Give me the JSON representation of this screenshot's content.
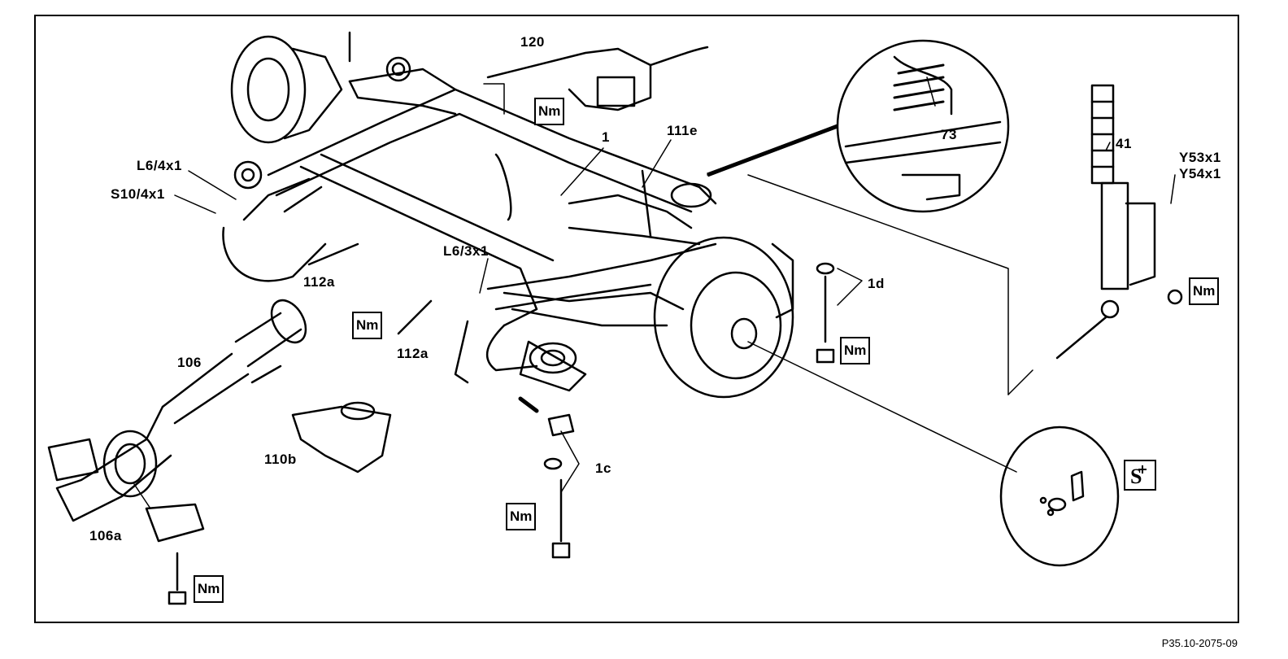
{
  "labels": {
    "l120": "120",
    "l1": "1",
    "l111e": "111e",
    "l73": "73",
    "l41": "41",
    "y53": "Y53x1",
    "y54": "Y54x1",
    "l6_4": "L6/4x1",
    "s10_4": "S10/4x1",
    "l6_3": "L6/3x1",
    "l112a_1": "112a",
    "l112a_2": "112a",
    "l1d": "1d",
    "l106": "106",
    "l110b": "110b",
    "l1c": "1c",
    "l106a": "106a"
  },
  "torque": {
    "nm1": "Nm",
    "nm2": "Nm",
    "nm3": "Nm",
    "nm4": "Nm",
    "nm5": "Nm",
    "nm6": "Nm"
  },
  "reference": "P35.10-2075-09"
}
